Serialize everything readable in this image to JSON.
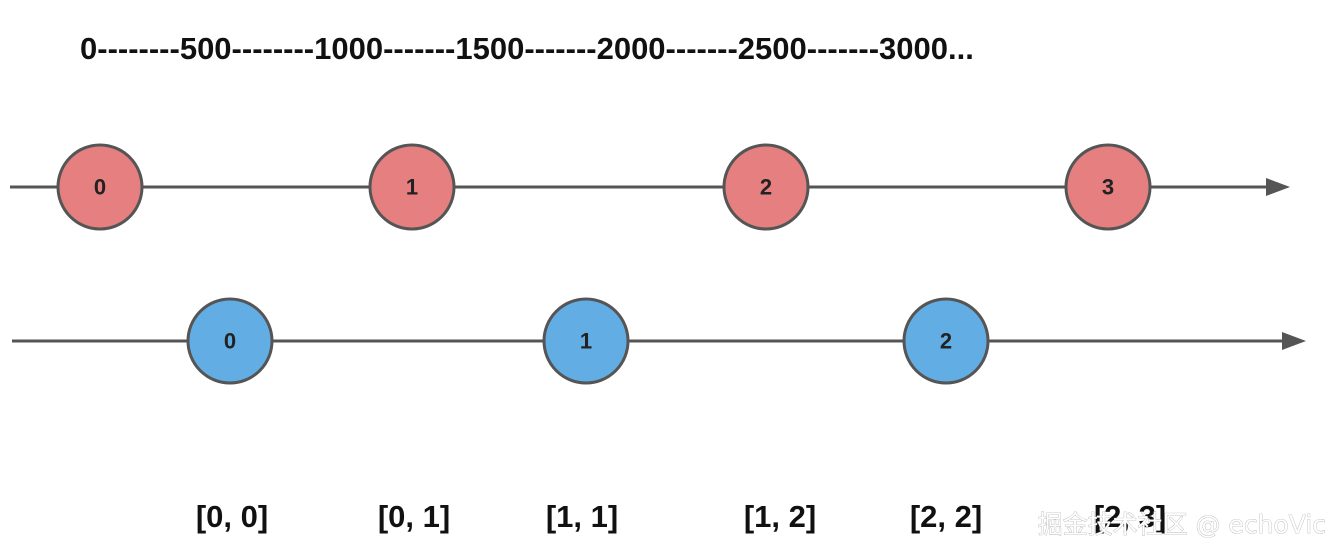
{
  "header_scale": "0--------500--------1000-------1500-------2000-------2500-------3000...",
  "colors": {
    "stream_a_fill": "#E57F80",
    "stream_b_fill": "#62ADE3",
    "line": "#555555",
    "marble_stroke": "#555555"
  },
  "stream_a": {
    "marbles": [
      {
        "label": "0"
      },
      {
        "label": "1"
      },
      {
        "label": "2"
      },
      {
        "label": "3"
      }
    ]
  },
  "stream_b": {
    "marbles": [
      {
        "label": "0"
      },
      {
        "label": "1"
      },
      {
        "label": "2"
      }
    ]
  },
  "output_pairs": [
    "[0, 0]",
    "[0, 1]",
    "[1, 1]",
    "[1, 2]",
    "[2, 2]",
    "[2, 3]"
  ],
  "watermark": "掘金技术社区 @ echoVic"
}
